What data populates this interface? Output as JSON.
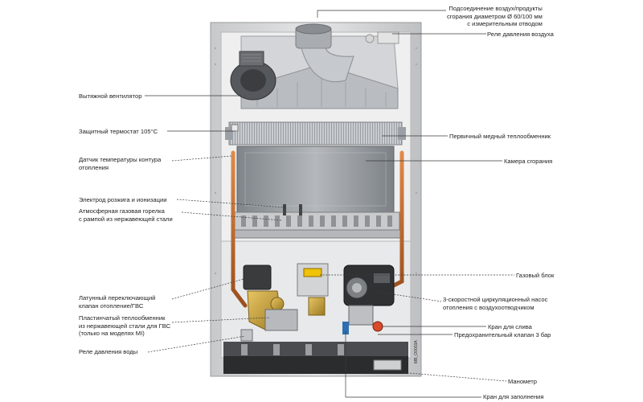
{
  "labels": {
    "flue_connection": [
      "Подсоединение воздух/продукты",
      "сгорания диаметром Ø 60/100 мм",
      "с измерительным отводом"
    ],
    "air_pressure_relay": "Реле давления воздуха",
    "exhaust_fan": "Вытяжной вентилятор",
    "safety_thermostat": "Защитный термостат 105°C",
    "heating_temp_sensor": [
      "Датчик температуры контура",
      "отопления"
    ],
    "primary_heat_exchanger": "Первичный медный теплообменник",
    "combustion_chamber": "Камера сгорания",
    "ignition_electrode": "Электрод розжига и ионизации",
    "gas_burner": [
      "Атмосферная газовая горелка",
      "с рампой из нержавеющей стали"
    ],
    "gas_block": "Газовый блок",
    "diverter_valve": [
      "Латунный переключающий",
      "клапан отопление/ГВС"
    ],
    "circulation_pump": [
      "3-скоростной циркуляционный насос",
      "отопления с воздухоотводчиком"
    ],
    "plate_heat_exchanger": [
      "Пластинчатый теплообменник",
      "из нержавеющей стали для ГВС",
      "(только на моделях MI)"
    ],
    "drain_valve": "Кран для слива",
    "safety_valve": "Предохранительный клапан 3 бар",
    "water_pressure_relay": "Реле давления воды",
    "manometer": "Манометр",
    "fill_valve": "Кран для заполнения",
    "photo_code": "MB_O0003A"
  },
  "colors": {
    "frame": "#d7d8da",
    "copper": "#c06a2c",
    "brass": "#c9a23a",
    "chamber": "#9ea3a8",
    "dark": "#3a3b3d"
  }
}
